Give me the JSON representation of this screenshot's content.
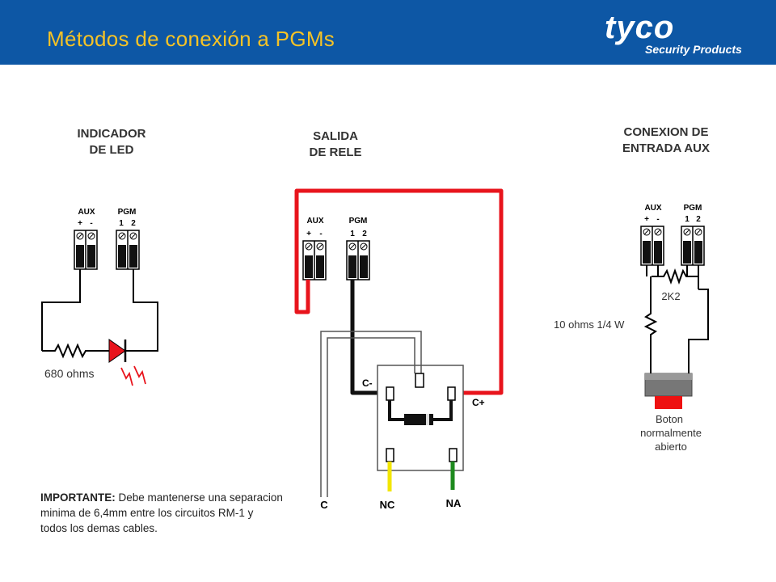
{
  "header": {
    "title": "Métodos de conexión a PGMs",
    "logo_main": "tyco",
    "logo_sub": "Security Products",
    "background_color": "#0d57a5",
    "title_color": "#f6c326"
  },
  "sections": {
    "led": {
      "title_line1": "INDICADOR",
      "title_line2": "DE LED",
      "aux_label": "AUX",
      "pgm_label": "PGM",
      "plus": "+",
      "minus": "-",
      "pin1": "1",
      "pin2": "2",
      "resistor_label": "680 ohms"
    },
    "relay": {
      "title_line1": "SALIDA",
      "title_line2": "DE RELE",
      "aux_label": "AUX",
      "pgm_label": "PGM",
      "plus": "+",
      "minus": "-",
      "pin1": "1",
      "pin2": "2",
      "c_minus": "C-",
      "c_plus": "C+",
      "c": "C",
      "nc": "NC",
      "na": "NA"
    },
    "aux_input": {
      "title_line1": "CONEXION DE",
      "title_line2": "ENTRADA AUX",
      "aux_label": "AUX",
      "pgm_label": "PGM",
      "plus": "+",
      "minus": "-",
      "pin1": "1",
      "pin2": "2",
      "resistor_2k2": "2K2",
      "resistor_10": "10 ohms 1/4 W",
      "button_line1": "Boton",
      "button_line2": "normalmente",
      "button_line3": "abierto"
    }
  },
  "note": {
    "bold": "IMPORTANTE:",
    "text": " Debe mantenerse una separacion minima de 6,4mm entre los circuitos RM-1 y todos los demas cables."
  },
  "colors": {
    "red_wire": "#e8141c",
    "yellow_wire": "#f2e600",
    "green_wire": "#1e8a1e",
    "led_red": "#e8141c",
    "button_red": "#ee1111"
  }
}
